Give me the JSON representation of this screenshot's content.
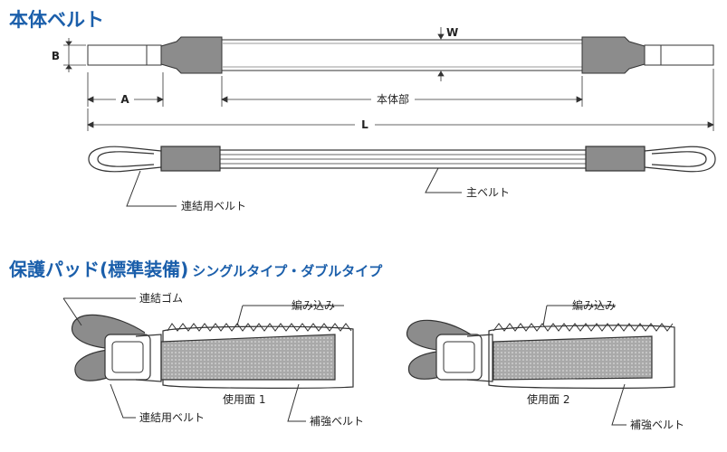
{
  "headings": {
    "main_belt": "本体ベルト",
    "pad_title": "保護パッド(標準装備)",
    "pad_subtitle": "シングルタイプ・ダブルタイプ"
  },
  "dimensions": {
    "w": "W",
    "b": "B",
    "a": "A",
    "body_section": "本体部",
    "l": "L"
  },
  "sling": {
    "connecting_belt": "連結用ベルト",
    "main_belt": "主ベルト"
  },
  "pad_single": {
    "connecting_rubber": "連結ゴム",
    "weave": "編み込み",
    "use_face": "使用面 1",
    "connecting_belt": "連結用ベルト",
    "reinforce_belt": "補強ベルト"
  },
  "pad_double": {
    "weave": "編み込み",
    "use_face": "使用面 2",
    "reinforce_belt": "補強ベルト"
  },
  "colors": {
    "heading": "#1b5fab",
    "sleeve": "#8c8c8c",
    "pad_fill": "#a9a9a9",
    "line": "#333333"
  }
}
